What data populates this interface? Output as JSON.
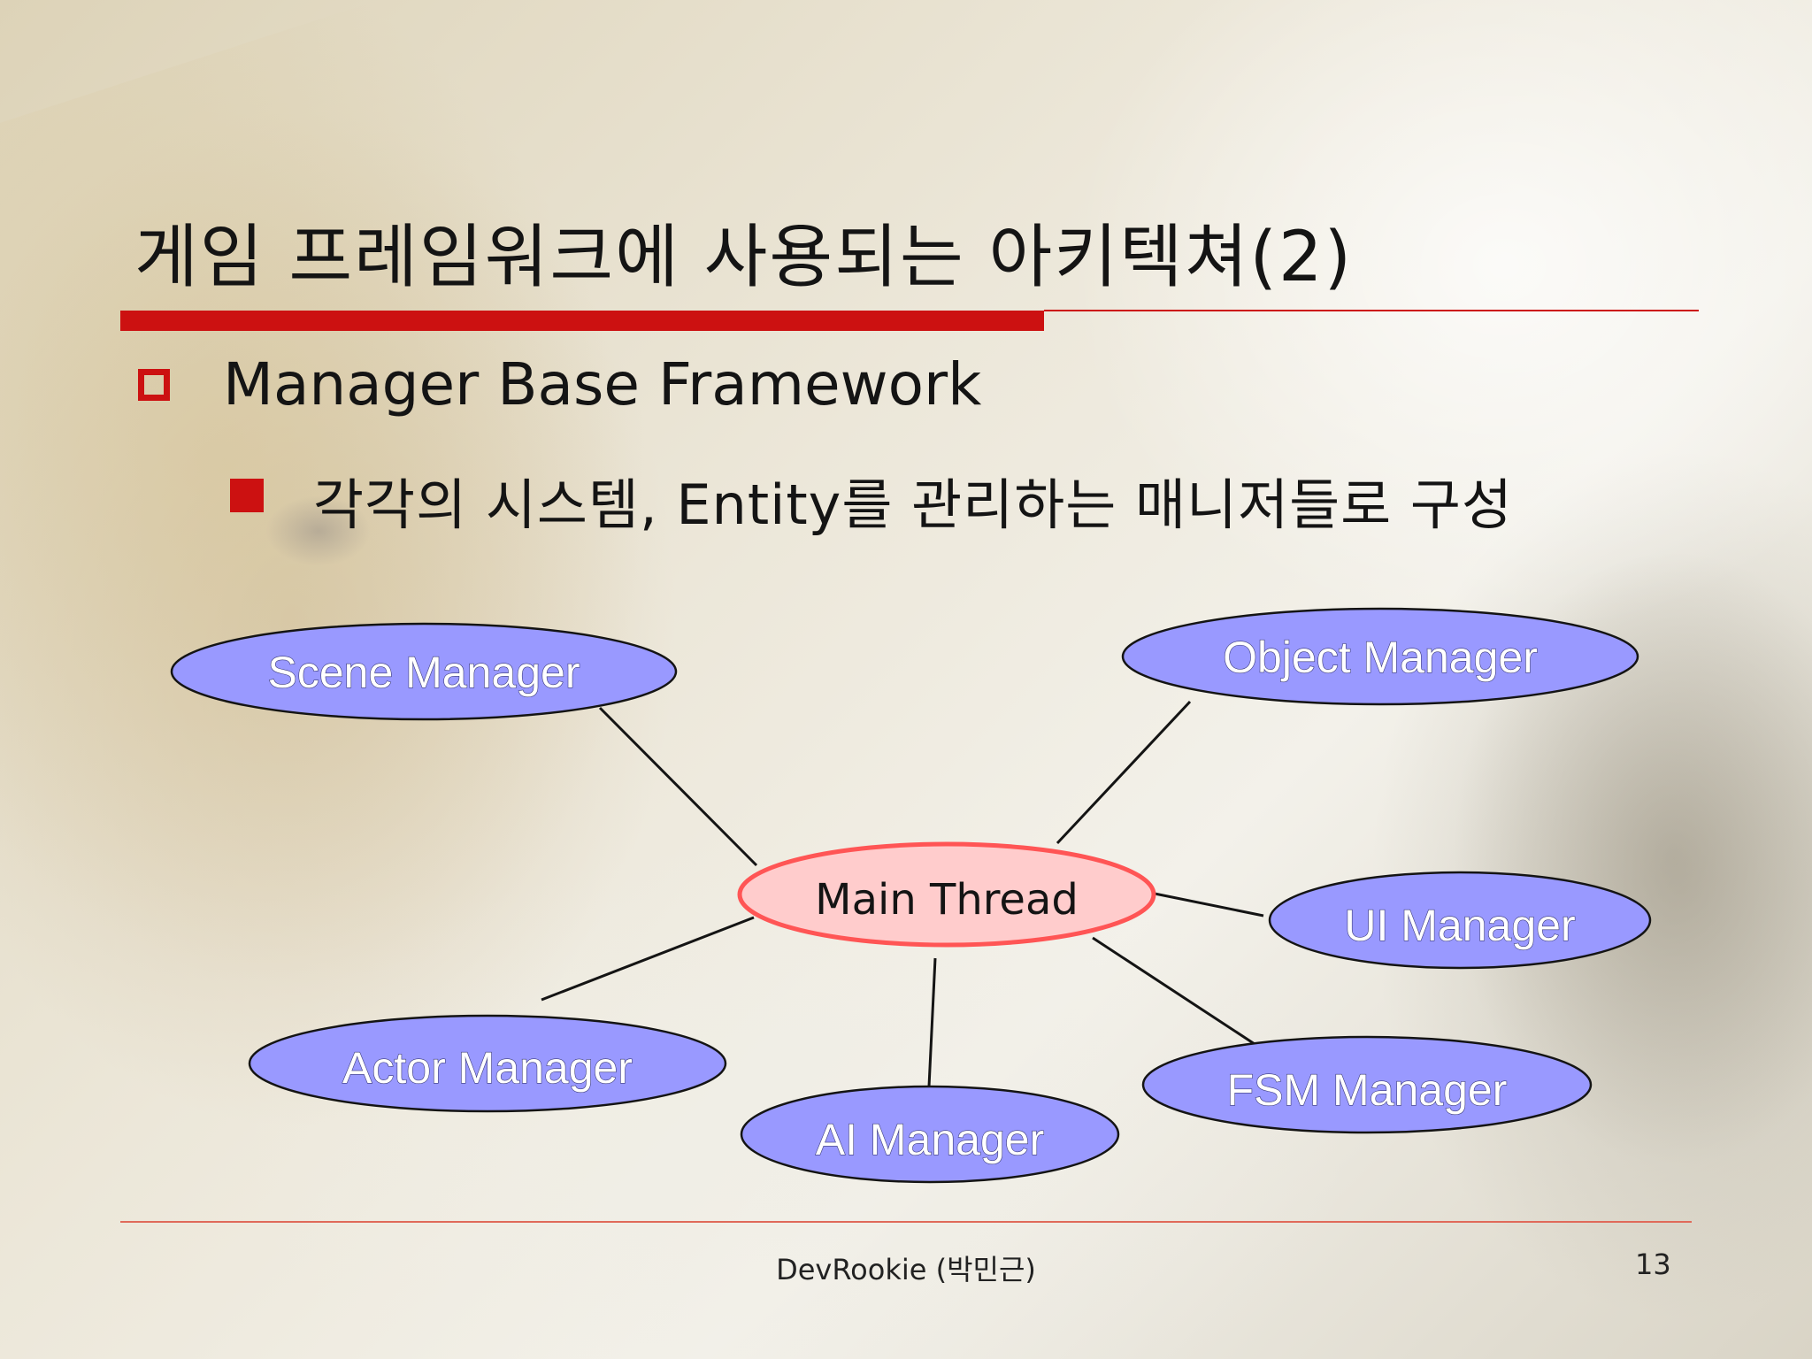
{
  "slide": {
    "title": "게임 프레임워크에 사용되는 아키텍쳐(2)",
    "bullet1": "Manager Base Framework",
    "bullet2": "각각의 시스템, Entity를 관리하는 매니저들로 구성",
    "footer": "DevRookie (박민근)",
    "page_number": "13"
  },
  "diagram": {
    "center": "Main Thread",
    "nodes": {
      "scene": "Scene Manager",
      "object": "Object Manager",
      "ui": "UI Manager",
      "fsm": "FSM Manager",
      "ai": "AI Manager",
      "actor": "Actor Manager"
    }
  },
  "colors": {
    "accent_red": "#cc1111",
    "node_fill": "#9999ff",
    "center_fill": "#ffcccc",
    "center_stroke": "#ff5555"
  }
}
